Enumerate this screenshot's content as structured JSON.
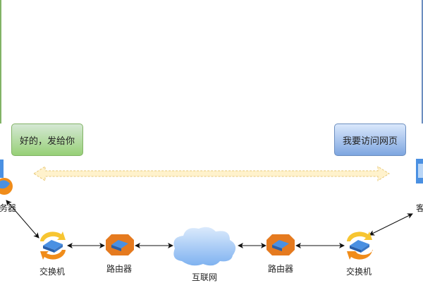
{
  "messages": {
    "server_reply": "好的，发给你",
    "client_request": "我要访问网页"
  },
  "nodes": {
    "server_label": "务器",
    "client_label": "客",
    "switch_left": "交换机",
    "router_left": "路由器",
    "internet": "互联网",
    "router_right": "路由器",
    "switch_right": "交换机"
  },
  "colors": {
    "reply_box": "#97d077",
    "request_box": "#7ea6e0",
    "switch": "#f5a623",
    "router": "#e57a1f",
    "cloud": "#a9cdf7",
    "arrow": "#fff2cc"
  }
}
